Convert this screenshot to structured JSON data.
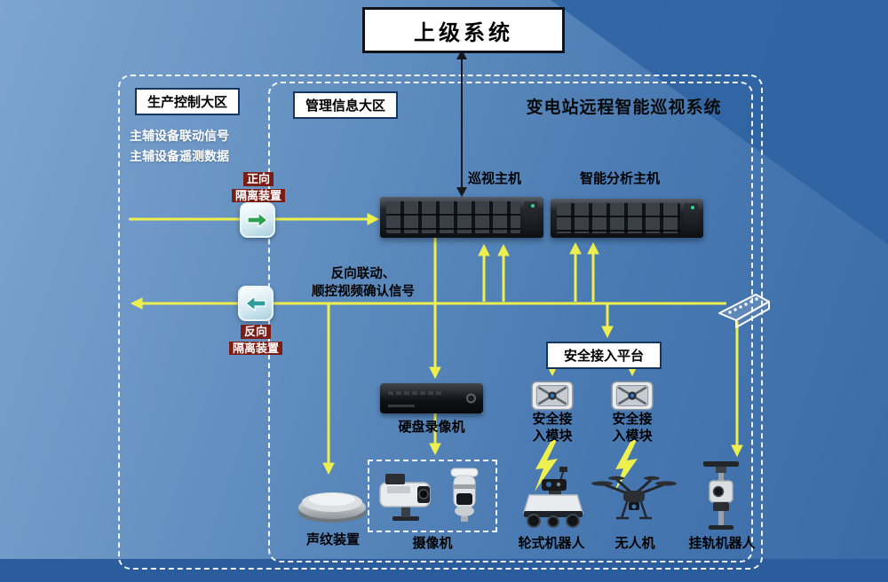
{
  "title": "变电站远程智能巡视系统",
  "upper_system": {
    "label": "上级系统"
  },
  "zones": {
    "production": {
      "label": "生产控制大区"
    },
    "management": {
      "label": "管理信息大区"
    }
  },
  "left_signals": {
    "line1": "主辅设备联动信号",
    "line2": "主辅设备遥测数据"
  },
  "reverse_signal": {
    "line1": "反向联动、",
    "line2": "顺控视频确认信号"
  },
  "isolation": {
    "forward": {
      "line1": "正向",
      "line2": "隔离装置"
    },
    "reverse": {
      "line1": "反向",
      "line2": "隔离装置"
    }
  },
  "hosts": {
    "inspection": {
      "label": "巡视主机"
    },
    "analysis": {
      "label": "智能分析主机"
    }
  },
  "platform": {
    "label": "安全接入平台"
  },
  "devices": {
    "dvr": {
      "label": "硬盘录像机"
    },
    "module1": {
      "line1": "安全接",
      "line2": "入模块"
    },
    "module2": {
      "line1": "安全接",
      "line2": "入模块"
    },
    "voiceprint": {
      "label": "声纹装置"
    },
    "camera": {
      "label": "摄像机"
    },
    "wheeled_robot": {
      "label": "轮式机器人"
    },
    "drone": {
      "label": "无人机"
    },
    "rail_robot": {
      "label": "挂轨机器人"
    }
  },
  "colors": {
    "line_yellow": "#EDEF4F",
    "background_blue": "#5585BB",
    "chip_maroon": "#7C1D15",
    "box_border_navy": "#12365F",
    "forward_arrow_green": "#2FA052",
    "reverse_arrow_teal": "#2F9E9E"
  }
}
